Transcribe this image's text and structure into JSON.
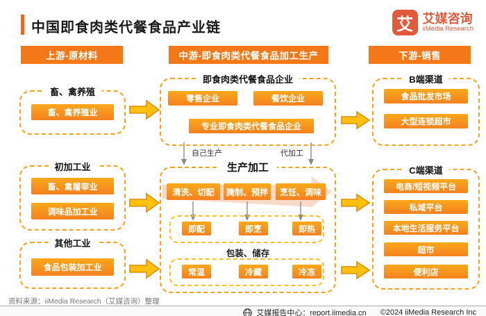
{
  "header": {
    "title": "中国即食肉类代餐食品产业链",
    "logo": {
      "glyph": "艾",
      "name_cn": "艾媒咨询",
      "name_en": "iiMedia Research"
    }
  },
  "upstream": {
    "header": "上游-原材料",
    "groups": [
      {
        "title": "畜、禽养殖",
        "items": [
          "畜、禽养殖业"
        ]
      },
      {
        "title": "初加工业",
        "items": [
          "畜、禽屠宰业",
          "调味品加工业"
        ]
      },
      {
        "title": "其他工业",
        "items": [
          "食品包装加工业"
        ]
      }
    ]
  },
  "midstream": {
    "header": "中游-即食肉类代餐食品加工生产",
    "companies": {
      "title": "即食肉类代餐食品企业",
      "items": [
        "零售企业",
        "餐饮企业",
        "专业即食肉类代餐食品企业"
      ]
    },
    "flow_labels": {
      "self": "自己生产",
      "oem": "代加工"
    },
    "production": {
      "title": "生产加工",
      "steps": [
        "清洗、切配",
        "腌制、预拌",
        "烹饪、调味"
      ],
      "modes": [
        "即配",
        "即烹",
        "即热"
      ],
      "packaging_title": "包装、储存",
      "storage": [
        "常温",
        "冷藏",
        "冷冻"
      ]
    }
  },
  "downstream": {
    "header": "下游-销售",
    "groups": [
      {
        "title": "B端渠道",
        "items": [
          "食品批发市场",
          "大型连锁超市"
        ]
      },
      {
        "title": "C端渠道",
        "items": [
          "电商/短视频平台",
          "私域平台",
          "本地生活服务平台",
          "超市",
          "便利店"
        ]
      }
    ]
  },
  "footer": {
    "source": "资料来源：iiMedia Research（艾媒咨询）整理",
    "report_center": "艾媒报告中心：report.iimedia.cn",
    "copyright": "©2024  iiMedia Research  Inc"
  },
  "colors": {
    "accent_orange": "#F57818",
    "button_orange": "#F4811F",
    "dash_orange": "#F6A21E",
    "arrow_gold": "#FFC10E",
    "logo_orange": "#E2593B",
    "peach": "#F8D5C2"
  }
}
